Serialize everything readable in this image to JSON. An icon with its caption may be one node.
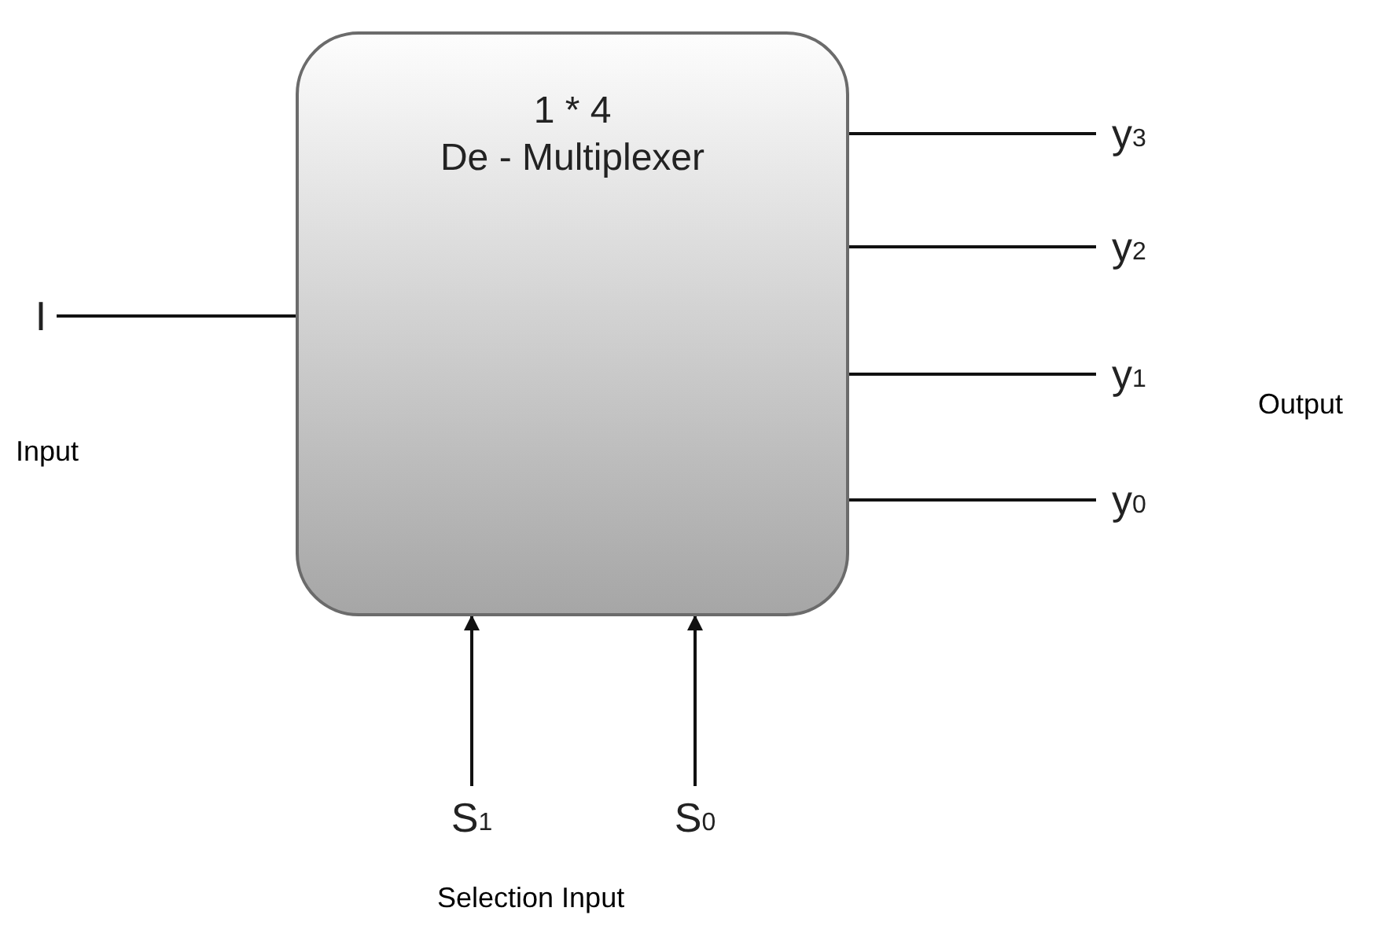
{
  "diagram": {
    "nodes": [
      {
        "text": [
          "1 * 4",
          "De - Multiplexer"
        ]
      },
      {
        "text": [
          "I"
        ]
      },
      {
        "text": [
          "y$_{3}$"
        ]
      },
      {
        "text": [
          "y$_{2}$"
        ]
      },
      {
        "text": [
          "y$_{1}$"
        ]
      },
      {
        "text": [
          "y$_{0}$"
        ]
      },
      {
        "text": [
          "S$_{1}$"
        ]
      },
      {
        "text": [
          "S$_{0}$"
        ]
      }
    ],
    "edges": [
      {
        "from": 1,
        "to": 0,
        "arrow": "none"
      },
      {
        "from": 0,
        "to": 2,
        "arrow": "none"
      },
      {
        "from": 0,
        "to": 3,
        "arrow": "none"
      },
      {
        "from": 0,
        "to": 4,
        "arrow": "none"
      },
      {
        "from": 0,
        "to": 5,
        "arrow": "none"
      },
      {
        "from": 6,
        "to": 0,
        "arrow": "to"
      },
      {
        "from": 7,
        "to": 0,
        "arrow": "to"
      }
    ],
    "labels": [
      "Input",
      "Output",
      "Selection Input"
    ]
  }
}
